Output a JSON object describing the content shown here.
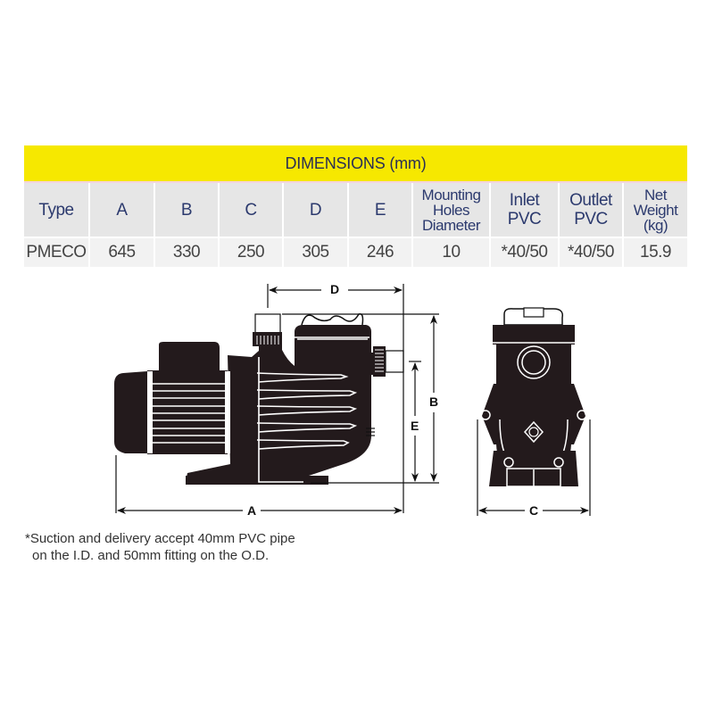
{
  "table": {
    "title": "DIMENSIONS (mm)",
    "headers": [
      [
        "Type"
      ],
      [
        "A"
      ],
      [
        "B"
      ],
      [
        "C"
      ],
      [
        "D"
      ],
      [
        "E"
      ],
      [
        "Mounting",
        "Holes",
        "Diameter"
      ],
      [
        "Inlet",
        "PVC"
      ],
      [
        "Outlet",
        "PVC"
      ],
      [
        "Net",
        "Weight",
        "(kg)"
      ]
    ],
    "rows": [
      [
        "PMECO",
        "645",
        "330",
        "250",
        "305",
        "246",
        "10",
        "*40/50",
        "*40/50",
        "15.9"
      ]
    ]
  },
  "diagram": {
    "labels": {
      "A": "A",
      "B": "B",
      "C": "C",
      "D": "D",
      "E": "E"
    },
    "colors": {
      "body": "#231a1c",
      "line": "#111111"
    }
  },
  "footnote": {
    "line1": "*Suction and delivery accept 40mm PVC pipe",
    "line2": "on the I.D. and 50mm fitting on the O.D."
  }
}
